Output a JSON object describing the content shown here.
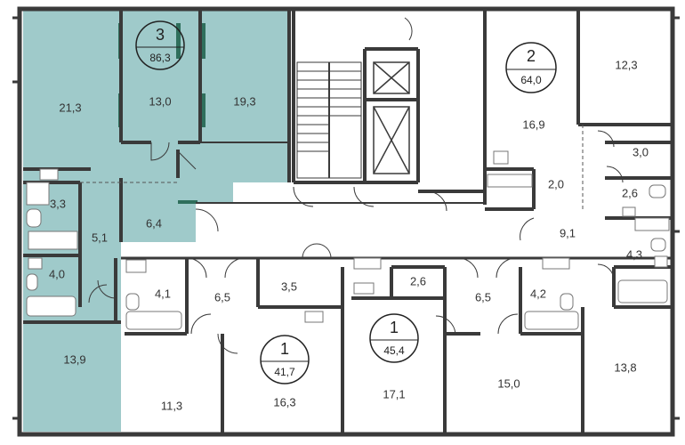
{
  "colors": {
    "highlight": "#9fcaca",
    "wall": "#3a3a3a",
    "window": "#2f6f5c",
    "fixture": "#777777"
  },
  "apartments": [
    {
      "number": "3",
      "area": "86,3",
      "highlighted": true
    },
    {
      "number": "2",
      "area": "64,0",
      "highlighted": false
    },
    {
      "number": "1",
      "area": "41,7",
      "highlighted": false
    },
    {
      "number": "1",
      "area": "45,4",
      "highlighted": false
    }
  ],
  "rooms": {
    "apt3": [
      "21,3",
      "13,0",
      "19,3",
      "3,3",
      "5,1",
      "6,4",
      "4,0",
      "13,9"
    ],
    "apt2": [
      "12,3",
      "16,9",
      "3,0",
      "2,0",
      "2,6",
      "9,1",
      "4,3",
      "13,8"
    ],
    "apt1a": [
      "4,1",
      "6,5",
      "3,5",
      "11,3",
      "16,3"
    ],
    "apt1b": [
      "2,6",
      "6,5",
      "4,2",
      "17,1",
      "15,0"
    ]
  }
}
